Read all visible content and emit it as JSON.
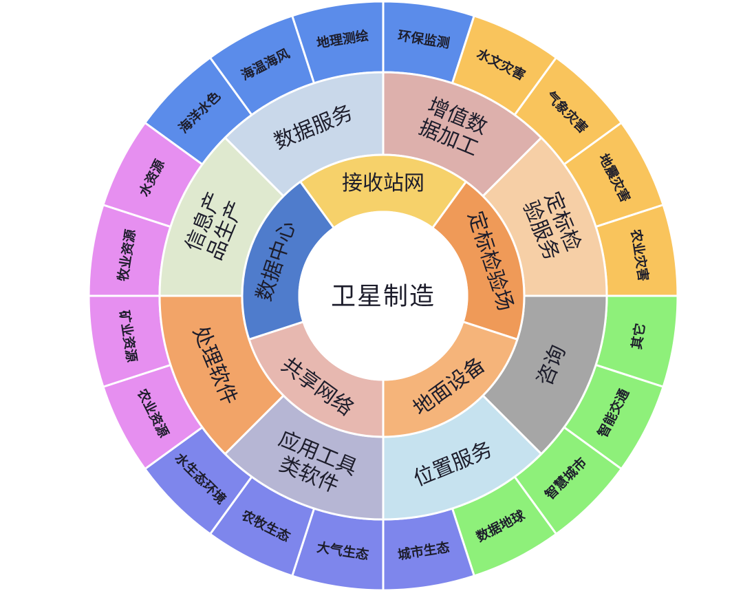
{
  "center": {
    "label": "卫星制造",
    "color": "#ffffff"
  },
  "outer_ring": [
    {
      "label": "海洋水色",
      "color": "#5b8cea"
    },
    {
      "label": "海温海风",
      "color": "#5b8cea"
    },
    {
      "label": "地理测绘",
      "color": "#5b8cea"
    },
    {
      "label": "环保监测",
      "color": "#5b8cea"
    },
    {
      "label": "水文灾害",
      "color": "#f9c45c"
    },
    {
      "label": "气象灾害",
      "color": "#f9c45c"
    },
    {
      "label": "地震灾害",
      "color": "#f9c45c"
    },
    {
      "label": "农业灾害",
      "color": "#f9c45c"
    },
    {
      "label": "其它",
      "color": "#8ef07a"
    },
    {
      "label": "智能交通",
      "color": "#8ef07a"
    },
    {
      "label": "智慧城市",
      "color": "#8ef07a"
    },
    {
      "label": "数据地球",
      "color": "#8ef07a"
    },
    {
      "label": "城市生态",
      "color": "#7e86ec"
    },
    {
      "label": "大气生态",
      "color": "#7e86ec"
    },
    {
      "label": "农牧生态",
      "color": "#7e86ec"
    },
    {
      "label": "水生态环境",
      "color": "#7e86ec"
    },
    {
      "label": "农业资源",
      "color": "#e68ff0"
    },
    {
      "label": "矿业资源",
      "color": "#e68ff0"
    },
    {
      "label": "牧业资源",
      "color": "#e68ff0"
    },
    {
      "label": "水资源",
      "color": "#e68ff0"
    }
  ],
  "middle_ring": [
    {
      "label": "数据服务",
      "color": "#c9d8ea"
    },
    {
      "label": "增值数据加工",
      "color": "#ddb0ac"
    },
    {
      "label": "定标检验服务",
      "color": "#f6cfa6"
    },
    {
      "label": "咨询",
      "color": "#a6a6a6"
    },
    {
      "label": "位置服务",
      "color": "#c6e2ef"
    },
    {
      "label": "应用工具类软件",
      "color": "#b6b6d4"
    },
    {
      "label": "处理软件",
      "color": "#f2a468"
    },
    {
      "label": "信息产品生产",
      "color": "#dfe9cf"
    }
  ],
  "inner_ring": [
    {
      "label": "接收站网",
      "color": "#f6d16a"
    },
    {
      "label": "定标检验场",
      "color": "#ef9a58"
    },
    {
      "label": "地面设备",
      "color": "#f5b47a"
    },
    {
      "label": "共享网络",
      "color": "#e7b8b0"
    },
    {
      "label": "数据中心",
      "color": "#4f7ccc"
    }
  ]
}
